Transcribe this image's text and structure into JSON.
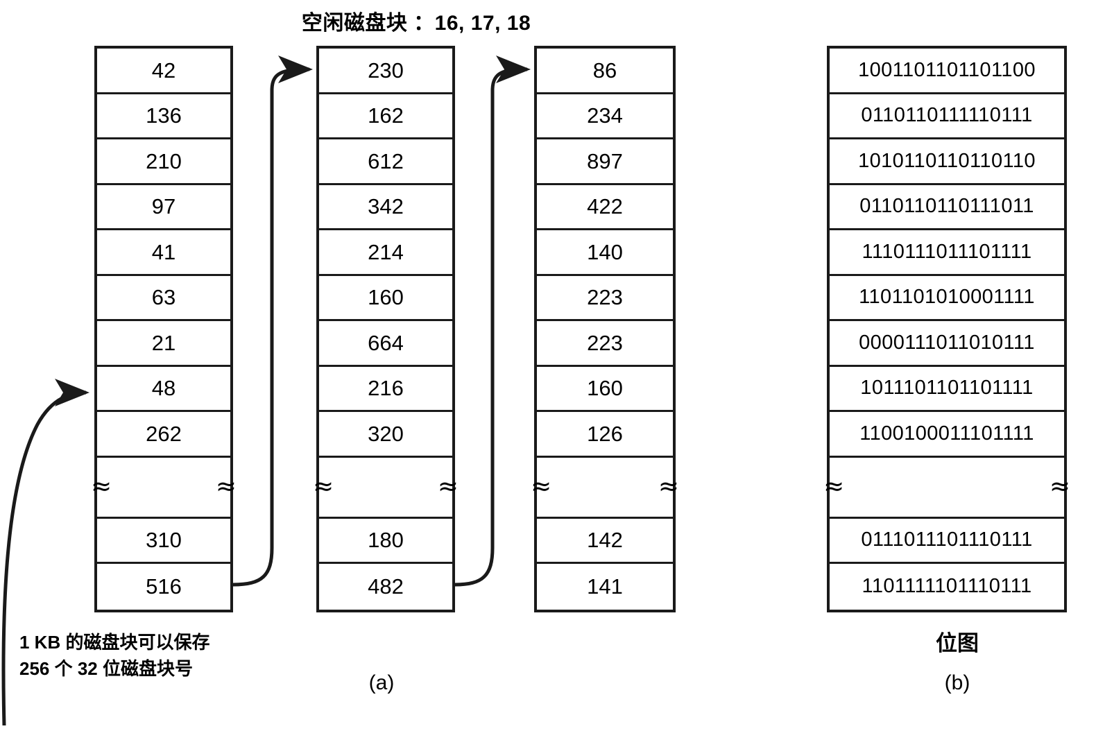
{
  "title": "空闲磁盘块 ：16, 17, 18",
  "panel_a": {
    "label": "(a)",
    "note_line1": "1 KB 的磁盘块可以保存",
    "note_line2": "256 个 32 位磁盘块号",
    "columns": [
      {
        "name": "free-list-block-1",
        "values": [
          "42",
          "136",
          "210",
          "97",
          "41",
          "63",
          "21",
          "48",
          "262"
        ],
        "tail": [
          "310",
          "516"
        ]
      },
      {
        "name": "free-list-block-2",
        "values": [
          "230",
          "162",
          "612",
          "342",
          "214",
          "160",
          "664",
          "216",
          "320"
        ],
        "tail": [
          "180",
          "482"
        ]
      },
      {
        "name": "free-list-block-3",
        "values": [
          "86",
          "234",
          "897",
          "422",
          "140",
          "223",
          "223",
          "160",
          "126"
        ],
        "tail": [
          "142",
          "141"
        ]
      }
    ]
  },
  "panel_b": {
    "label": "(b)",
    "name": "位图",
    "rows": [
      "1001101101101100",
      "0110110111110111",
      "1010110110110110",
      "0110110110111011",
      "1110111011101111",
      "1101101010001111",
      "0000111011010111",
      "1011101101101111",
      "1100100011101111"
    ],
    "tail": [
      "0111011101110111",
      "1101111101110111"
    ]
  },
  "glyphs": {
    "squiggle": "≈"
  },
  "colors": {
    "ink": "#1a1a1a",
    "paper": "#ffffff"
  }
}
